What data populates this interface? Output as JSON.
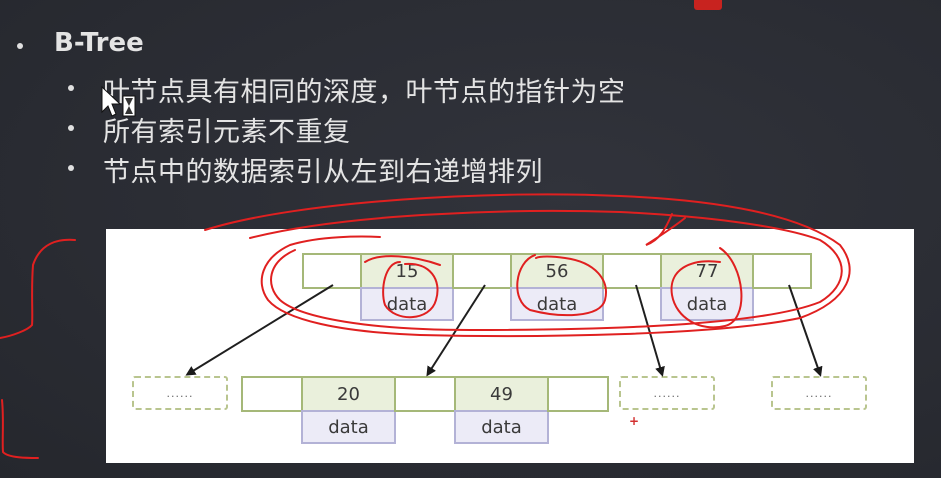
{
  "slide": {
    "bullets": [
      {
        "level": 1,
        "text": "B-Tree"
      },
      {
        "level": 2,
        "text": "叶节点具有相同的深度，叶节点的指针为空"
      },
      {
        "level": 2,
        "text": "所有索引元素不重复"
      },
      {
        "level": 2,
        "text": "节点中的数据索引从左到右递增排列"
      }
    ]
  },
  "diagram": {
    "root_node": {
      "keys": [
        {
          "key": "15",
          "data": "data"
        },
        {
          "key": "56",
          "data": "data"
        },
        {
          "key": "77",
          "data": "data"
        }
      ]
    },
    "child_node": {
      "keys": [
        {
          "key": "20",
          "data": "data"
        },
        {
          "key": "49",
          "data": "data"
        }
      ]
    },
    "placeholders": [
      "......",
      "......",
      "......"
    ],
    "colors": {
      "key_cell_bg": "#eaf0dc",
      "key_cell_border": "#a5b878",
      "data_cell_bg": "#ecebf7",
      "data_cell_border": "#b3b2d6",
      "annotation_red": "#e02020"
    }
  },
  "annotation": {
    "plus_mark": "+"
  },
  "icons": {
    "cursor": "busy-arrow-cursor-icon"
  }
}
